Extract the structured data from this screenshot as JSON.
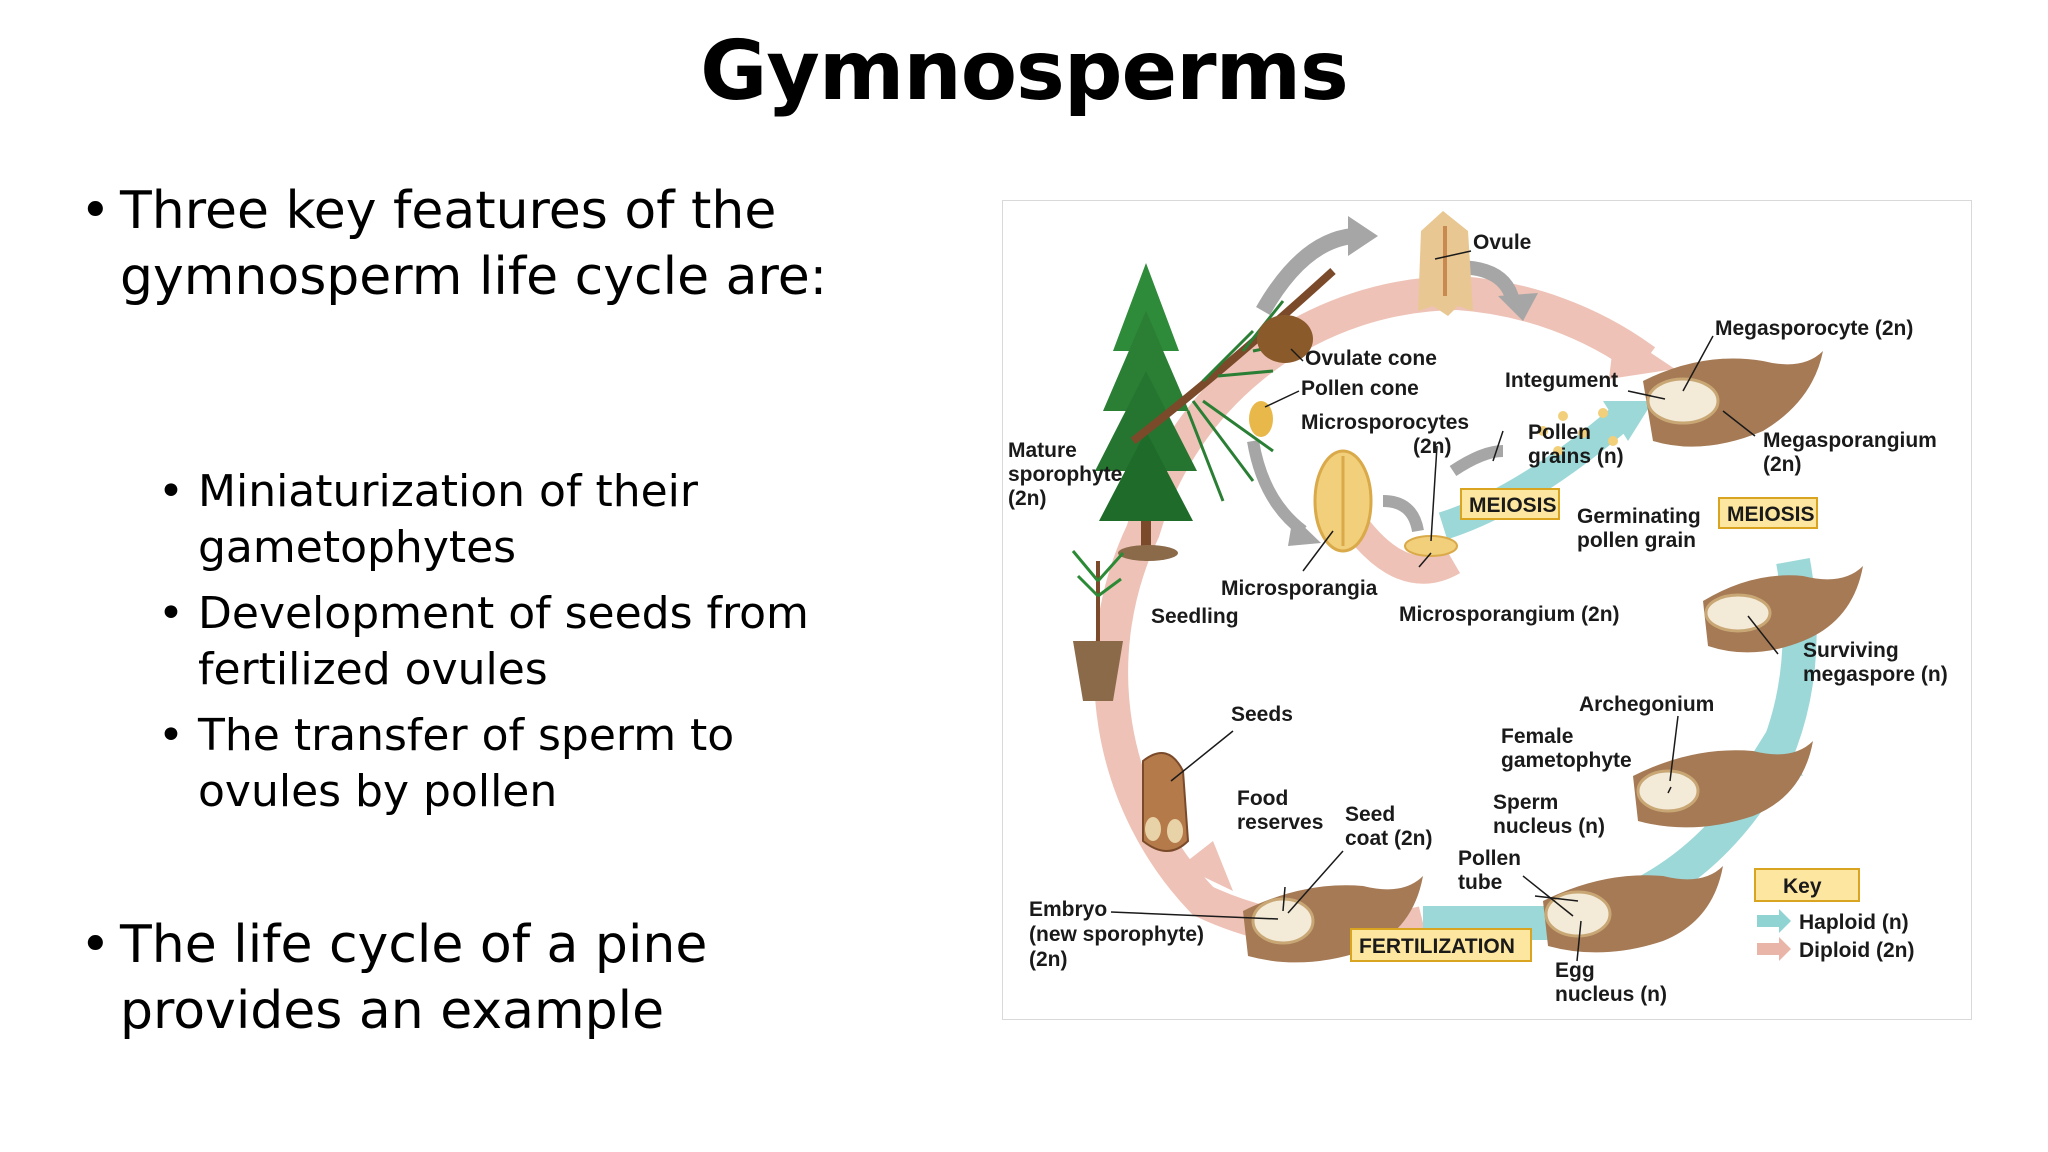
{
  "slide": {
    "title": "Gymnosperms",
    "bullets": {
      "b1": "Three key features of the gymnosperm life cycle are:",
      "sub": [
        "Miniaturization of their gametophytes",
        "Development of seeds from fertilized ovules",
        "The transfer of sperm to ovules by pollen"
      ],
      "b2": "The life cycle of a pine provides an example"
    }
  },
  "diagram": {
    "labels": {
      "ovule": "Ovule",
      "megasporocyte": "Megasporocyte (2n)",
      "ovulate_cone": "Ovulate cone",
      "integument": "Integument",
      "pollen_cone": "Pollen cone",
      "microsporocytes_1": "Microsporocytes",
      "microsporocytes_2": "(2n)",
      "pollen_grains_1": "Pollen",
      "pollen_grains_2": "grains (n)",
      "megasporangium_1": "Megasporangium",
      "megasporangium_2": "(2n)",
      "mature_1": "Mature",
      "mature_2": "sporophyte",
      "mature_3": "(2n)",
      "meiosis": "MEIOSIS",
      "germinating_1": "Germinating",
      "germinating_2": "pollen grain",
      "microsporangia": "Microsporangia",
      "seedling": "Seedling",
      "microsporangium": "Microsporangium (2n)",
      "surviving_1": "Surviving",
      "surviving_2": "megaspore (n)",
      "archegonium": "Archegonium",
      "seeds": "Seeds",
      "female_1": "Female",
      "female_2": "gametophyte",
      "food_1": "Food",
      "food_2": "reserves",
      "seed_coat_1": "Seed",
      "seed_coat_2": "coat (2n)",
      "sperm_1": "Sperm",
      "sperm_2": "nucleus (n)",
      "pollen_tube_1": "Pollen",
      "pollen_tube_2": "tube",
      "embryo_1": "Embryo",
      "embryo_2": "(new sporophyte)",
      "embryo_3": "(2n)",
      "fertilization": "FERTILIZATION",
      "egg_1": "Egg",
      "egg_2": "nucleus (n)"
    },
    "key": {
      "title": "Key",
      "haploid": "Haploid (n)",
      "diploid": "Diploid (2n)"
    },
    "colors": {
      "haploid": "#8fd3d3",
      "diploid": "#e9b5a8",
      "arrow_gray": "#a6a6a6",
      "label_box": "#fde7a0",
      "label_box_border": "#d9a520"
    }
  }
}
